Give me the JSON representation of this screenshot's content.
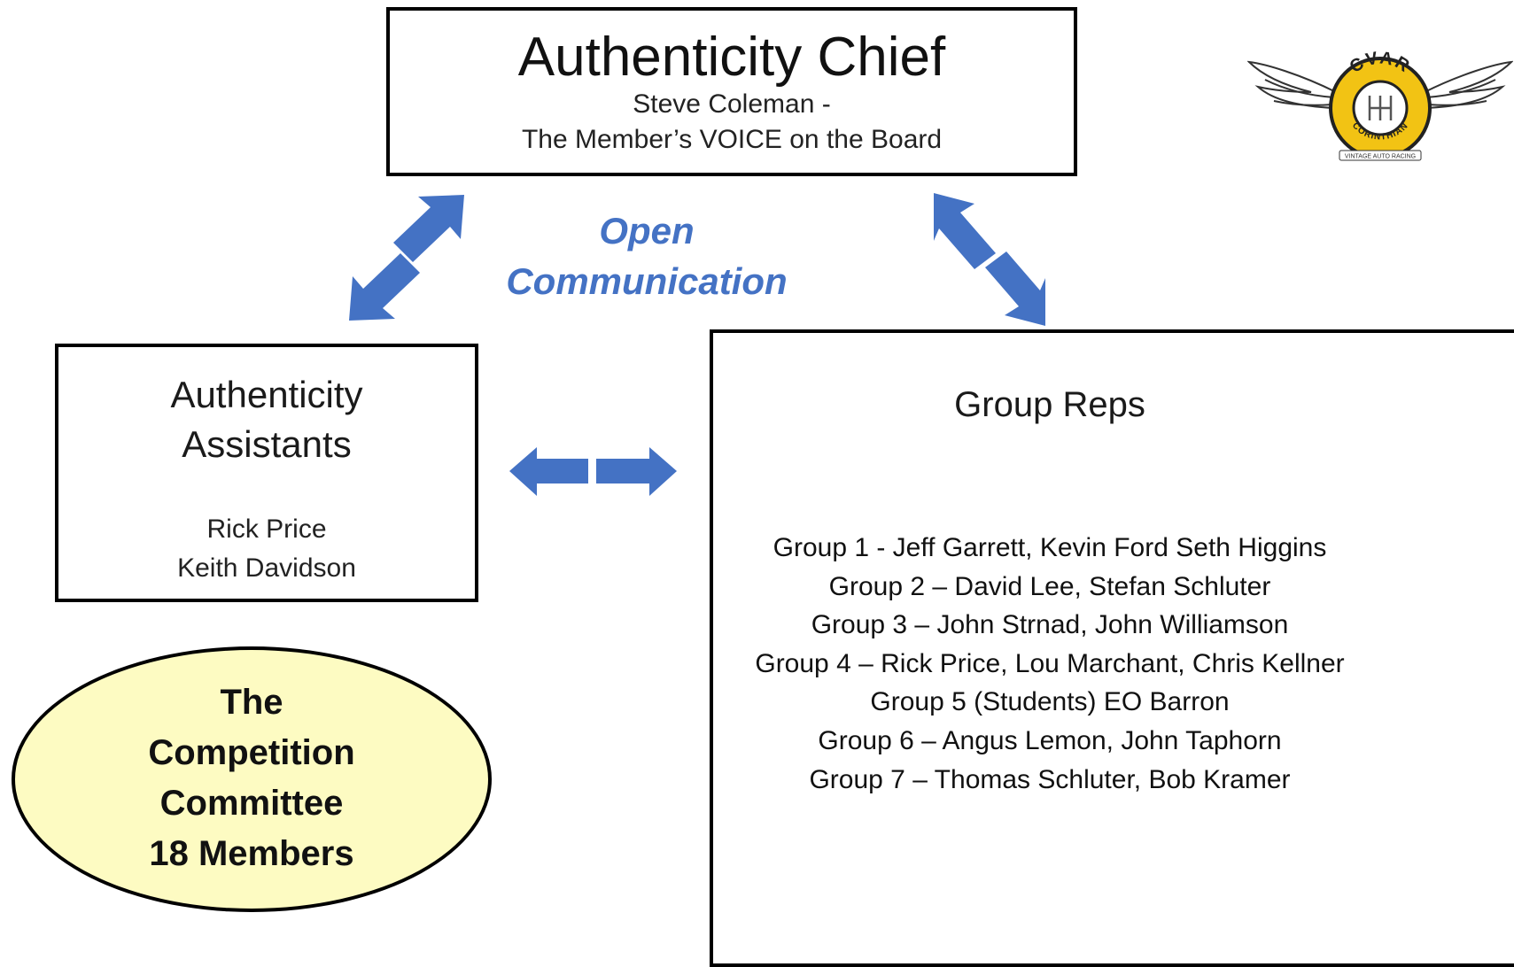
{
  "chief": {
    "title": "Authenticity Chief",
    "line1": "Steve Coleman  -",
    "line2": "The Member’s VOICE on the Board"
  },
  "open_communication": {
    "line1": "Open",
    "line2": "Communication"
  },
  "assistants": {
    "title_line1": "Authenticity",
    "title_line2": "Assistants",
    "names": [
      "Rick Price",
      "Keith Davidson"
    ]
  },
  "group_reps": {
    "title": "Group Reps",
    "groups": [
      "Group 1 - Jeff Garrett, Kevin Ford Seth Higgins",
      "Group 2 – David Lee, Stefan Schluter",
      "Group 3 – John Strnad, John Williamson",
      "Group 4 – Rick Price, Lou Marchant, Chris Kellner",
      "Group 5 (Students) EO Barron",
      "Group 6 – Angus Lemon, John Taphorn",
      "Group 7 – Thomas Schluter, Bob Kramer"
    ]
  },
  "committee": {
    "lines": [
      "The",
      "Competition",
      "Committee",
      "18 Members"
    ]
  },
  "logo": {
    "top_text": "CVAR",
    "bottom_text": "CORINTHIAN",
    "tagline": "VINTAGE AUTO RACING"
  },
  "colors": {
    "arrow": "#4472c4",
    "ellipse_fill": "#fdfbc2",
    "logo_yellow": "#f2c314"
  }
}
